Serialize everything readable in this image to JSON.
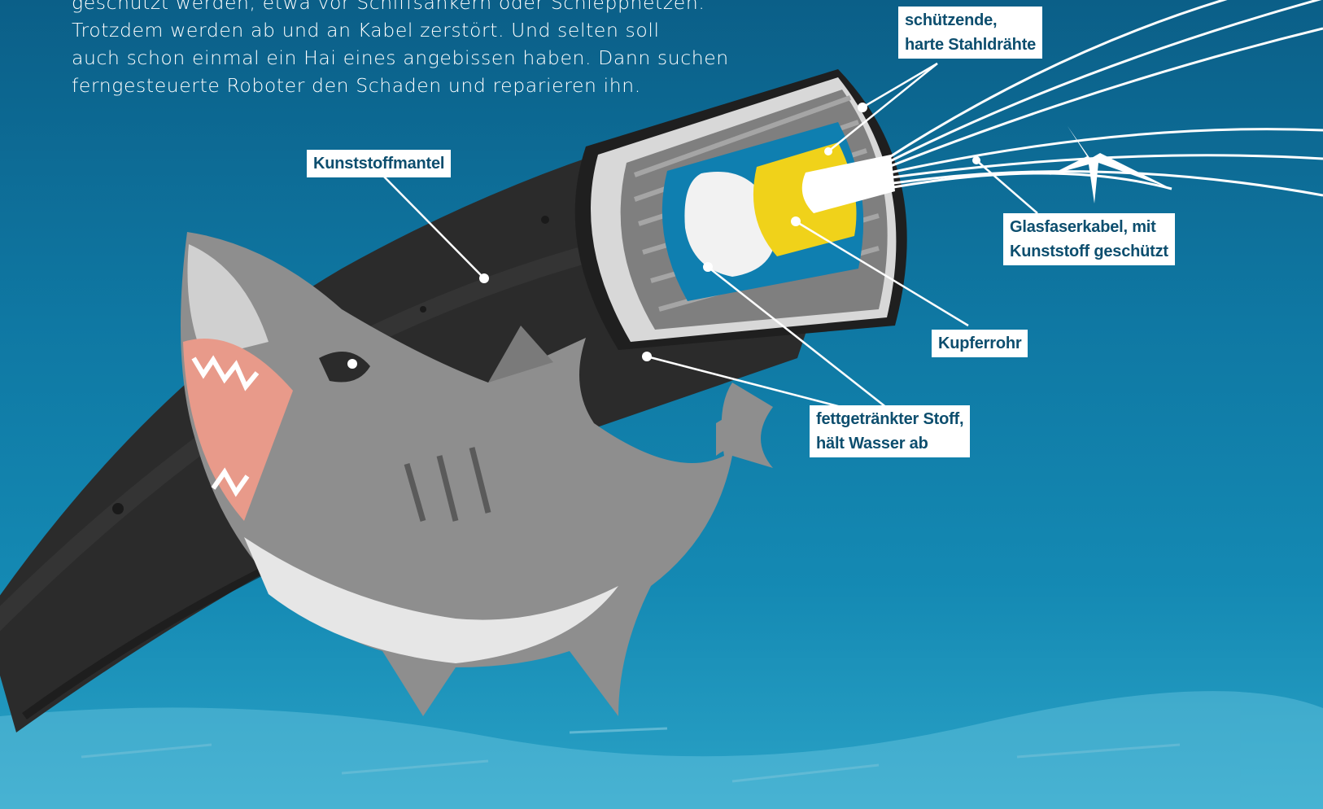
{
  "intro": {
    "lines": [
      "geschützt werden, etwa vor Schiffsankern oder Schleppnetzen.",
      "Trotzdem werden ab und an Kabel zerstört. Und selten soll",
      "auch schon einmal ein Hai eines angebissen haben. Dann suchen",
      "ferngesteuerte Roboter den Schaden und reparieren ihn."
    ]
  },
  "labels": {
    "steel_wires": [
      "schützende,",
      "harte Stahldrähte"
    ],
    "plastic_sheath": [
      "Kunststoffmantel"
    ],
    "fiber_cable": [
      "Glasfaserkabel, mit",
      "Kunststoff geschützt"
    ],
    "copper_tube": [
      "Kupferrohr"
    ],
    "greased_fabric": [
      "fettgetränkter Stoff,",
      "hält Wasser ab"
    ]
  },
  "colors": {
    "water_top": "#0b5f88",
    "water_bottom": "#2aa2c6",
    "cable_sheath": "#2b2b2b",
    "steel_wire": "#8a8a8a",
    "copper_tube": "#f0d21a",
    "fiber_core": "#ffffff",
    "label_text": "#0d4e6e",
    "shark_body": "#8e8e8e",
    "shark_mouth": "#e89a8a"
  }
}
